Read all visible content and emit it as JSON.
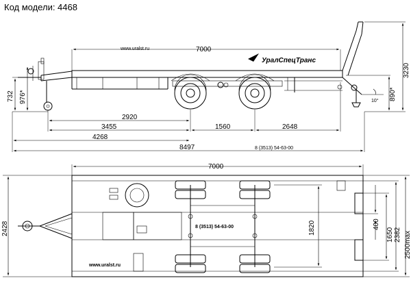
{
  "header": {
    "model_label": "Код модели: 4468"
  },
  "side_view": {
    "website": "www.uralst.ru",
    "brand": "УралСпецТранс",
    "phone": "8 (3513) 54-63-00",
    "dims": {
      "deck_length": "7000",
      "total_height": "3230",
      "hitch_height": "732",
      "hitch_height_alt": "976*",
      "platform_height": "890*",
      "ramp_angle": "10°",
      "axle1_from_hitch": "2920",
      "axle2_from_front": "3455",
      "axle_spacing": "1560",
      "rear_overhang": "2648",
      "front_to_axle": "4268",
      "overall_length": "8497"
    }
  },
  "top_view": {
    "website": "www.uralst.ru",
    "phone": "8 (3513) 54-63-00",
    "dims": {
      "deck_length": "7000",
      "overall_width": "2428",
      "track": "1820",
      "ramp_width": "400",
      "ramp_spacing": "1650",
      "deck_width": "2382",
      "max_width": "2500max"
    }
  }
}
